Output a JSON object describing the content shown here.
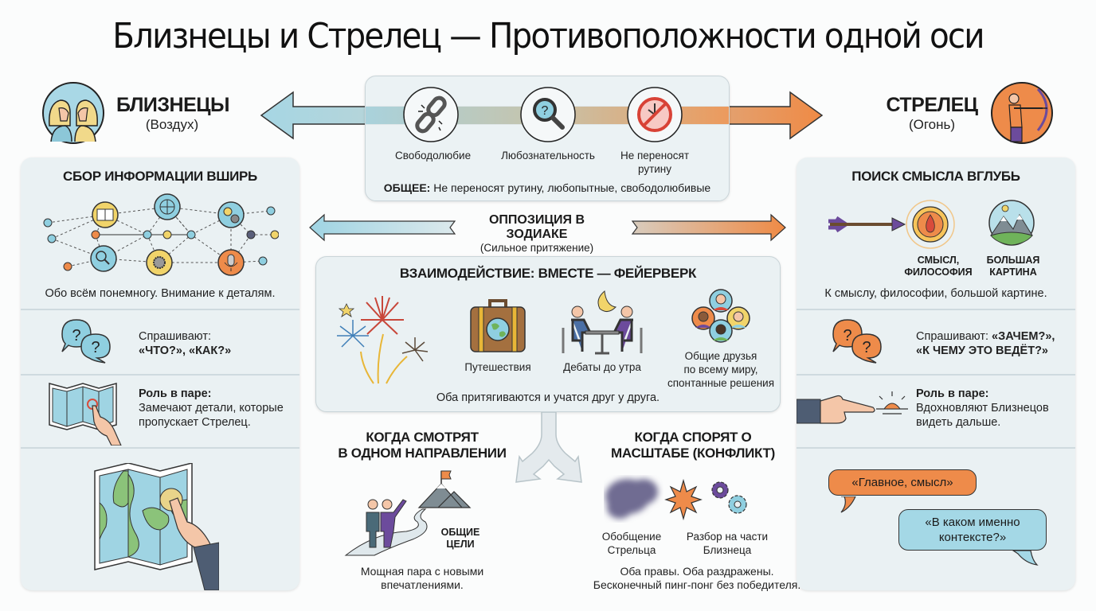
{
  "title": "Близнецы и Стрелец — Противоположности одной оси",
  "colors": {
    "air": "#9fd4e3",
    "fire": "#ef8a45",
    "panel": "#eaf1f3",
    "purple": "#6c4b9c"
  },
  "gemini": {
    "name": "БЛИЗНЕЦЫ",
    "element": "(Воздух)",
    "icon": "twins-icon",
    "section_title": "СБОР ИНФОРМАЦИИ ВШИРЬ",
    "network_caption": "Обо всём понемногу. Внимание к деталям.",
    "asks_label": "Спрашивают:",
    "asks_questions": "«ЧТО?», «КАК?»",
    "role_label": "Роль в паре:",
    "role_text_1": "Замечают детали, которые",
    "role_text_2": "пропускает Стрелец."
  },
  "sagittarius": {
    "name": "СТРЕЛЕЦ",
    "element": "(Огонь)",
    "icon": "archer-icon",
    "section_title": "ПОИСК СМЫСЛА ВГЛУБЬ",
    "items": [
      {
        "label_1": "СМЫСЛ,",
        "label_2": "ФИЛОСОФИЯ"
      },
      {
        "label_1": "БОЛЬШАЯ",
        "label_2": "КАРТИНА"
      }
    ],
    "caption": "К смыслу, философии, большой картине.",
    "asks_label": "Спрашивают:",
    "asks_q1": "«ЗАЧЕМ?»,",
    "asks_q2": "«К ЧЕМУ ЭТО ВЕДЁТ?»",
    "role_label": "Роль в паре:",
    "role_text_1": "Вдохновляют Близнецов",
    "role_text_2": "видеть дальше.",
    "bubble_1": "«Главное, смысл»",
    "bubble_2_line1": "«В каком именно",
    "bubble_2_line2": "контексте?»"
  },
  "common": {
    "traits": [
      {
        "icon": "broken-chain-icon",
        "label": "Свободолюбие"
      },
      {
        "icon": "magnifier-question-icon",
        "label": "Любознательность"
      },
      {
        "icon": "no-clock-icon",
        "label_1": "Не переносят",
        "label_2": "рутину"
      }
    ],
    "summary_label": "ОБЩЕЕ:",
    "summary_text": "Не переносят рутину, любопытные, свободолюбивые"
  },
  "opposition": {
    "title": "ОППОЗИЦИЯ В ЗОДИАКЕ",
    "subtitle": "(Сильное притяжение)"
  },
  "interaction": {
    "title": "ВЗАИМОДЕЙСТВИЕ: ВМЕСТЕ — ФЕЙЕРВЕРК",
    "items": [
      {
        "icon": "fireworks-icon",
        "label": ""
      },
      {
        "icon": "suitcase-icon",
        "label": "Путешествия"
      },
      {
        "icon": "debate-icon",
        "label": "Дебаты до утра"
      },
      {
        "icon": "friends-icon",
        "label_1": "Общие друзья",
        "label_2": "по всему миру,",
        "label_3": "спонтанные решения"
      }
    ],
    "caption": "Оба притягиваются и учатся друг у друга."
  },
  "same_direction": {
    "title_1": "КОГДА СМОТРЯТ",
    "title_2": "В ОДНОМ НАПРАВЛЕНИИ",
    "goal_1": "ОБЩИЕ",
    "goal_2": "ЦЕЛИ",
    "caption_1": "Мощная пара с новыми",
    "caption_2": "впечатлениями."
  },
  "conflict": {
    "title_1": "КОГДА СПОРЯТ О",
    "title_2": "МАСШТАБЕ (КОНФЛИКТ)",
    "left_1": "Обобщение",
    "left_2": "Стрельца",
    "right_1": "Разбор на части",
    "right_2": "Близнеца",
    "caption_1": "Оба правы. Оба раздражены.",
    "caption_2": "Бесконечный пинг-понг без победителя."
  }
}
